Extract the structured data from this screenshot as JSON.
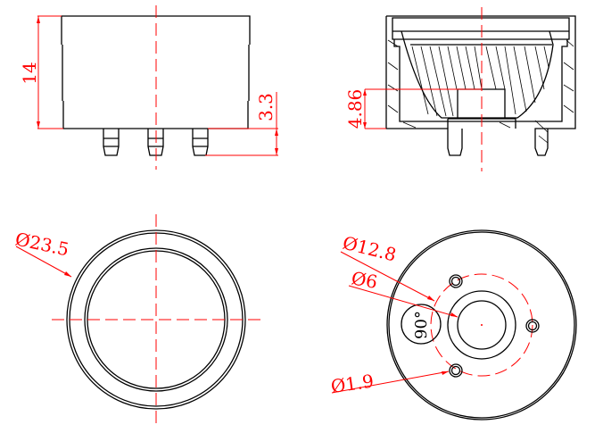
{
  "drawing": {
    "front_view": {
      "height_dim": "14",
      "pin_dim": "3.3"
    },
    "section_view": {
      "depth_dim": "4.86"
    },
    "top_view": {
      "outer_diameter": "Ø23.5"
    },
    "bottom_view": {
      "pitch_circle": "Ø12.8",
      "center_hole": "Ø6",
      "pin_hole": "Ø1.9",
      "angle_mark": "90°"
    },
    "colors": {
      "line": "#000000",
      "dimension": "#ff0000"
    }
  }
}
